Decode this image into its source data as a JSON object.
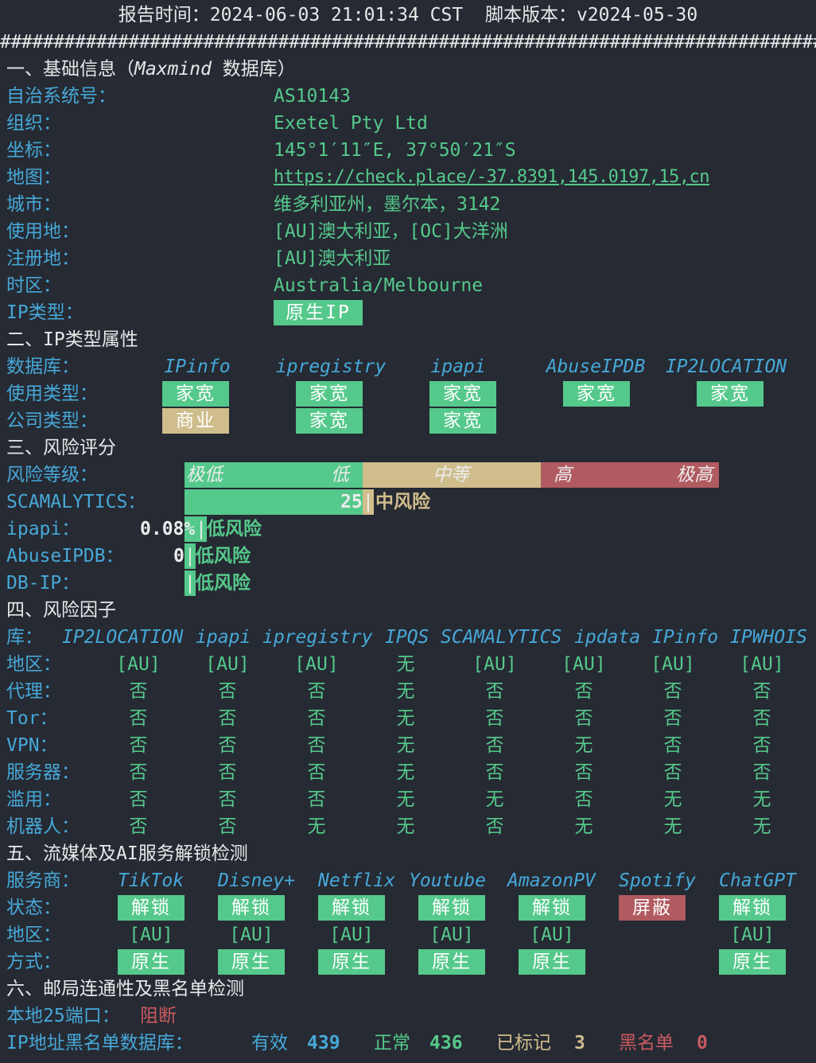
{
  "header": {
    "report_time_label": "报告时间：",
    "report_time": "2024-06-03 21:01:34 CST",
    "version_label": "脚本版本：",
    "version": "v2024-05-30",
    "separator": "##################################################################################################"
  },
  "basic": {
    "title": "一、基础信息（",
    "title_db": "Maxmind",
    "title_tail": " 数据库）",
    "asn_label": "自治系统号：",
    "asn": "AS10143",
    "org_label": "组织：",
    "org": "Exetel Pty Ltd",
    "coord_label": "坐标：",
    "coord": "145°1′11″E, 37°50′21″S",
    "map_label": "地图：",
    "map": "https://check.place/-37.8391,145.0197,15,cn",
    "city_label": "城市：",
    "city": "维多利亚州，墨尔本，3142",
    "usage_label": "使用地：",
    "usage": "[AU]澳大利亚，[OC]大洋洲",
    "reg_label": "注册地：",
    "reg": "[AU]澳大利亚",
    "tz_label": "时区：",
    "tz": "Australia/Melbourne",
    "iptype_label": "IP类型：",
    "iptype": "原生IP"
  },
  "iptype": {
    "title": "二、IP类型属性",
    "db_label": "数据库：",
    "dbs": [
      "IPinfo",
      "ipregistry",
      "ipapi",
      "AbuseIPDB",
      "IP2LOCATION"
    ],
    "use_label": "使用类型：",
    "use": [
      "家宽",
      "家宽",
      "家宽",
      "家宽",
      "家宽"
    ],
    "company_label": "公司类型：",
    "company": [
      "商业",
      "家宽",
      "家宽"
    ]
  },
  "risk": {
    "title": "三、风险评分",
    "level_label": "风险等级：",
    "levels": [
      "极低",
      "低",
      "中等",
      "高",
      "极高"
    ],
    "scores": [
      {
        "label": "SCAMALYTICS：",
        "value": "25",
        "verdict": "中风险",
        "fill": 0.25
      },
      {
        "label": "ipapi：",
        "value": "0.08%",
        "verdict": "低风险",
        "fill": 0.0008
      },
      {
        "label": "AbuseIPDB：",
        "value": "0",
        "verdict": "低风险",
        "fill": 0
      },
      {
        "label": "DB-IP：",
        "value": "",
        "verdict": "低风险",
        "fill": 0
      }
    ]
  },
  "factors": {
    "title": "四、风险因子",
    "lib_label": "库：",
    "dbs": [
      "IP2LOCATION",
      "ipapi",
      "ipregistry",
      "IPQS",
      "SCAMALYTICS",
      "ipdata",
      "IPinfo",
      "IPWHOIS"
    ],
    "rows": [
      {
        "label": "地区：",
        "values": [
          "[AU]",
          "[AU]",
          "[AU]",
          "无",
          "[AU]",
          "[AU]",
          "[AU]",
          "[AU]"
        ]
      },
      {
        "label": "代理：",
        "values": [
          "否",
          "否",
          "否",
          "无",
          "否",
          "否",
          "否",
          "否"
        ]
      },
      {
        "label": "Tor：",
        "values": [
          "否",
          "否",
          "否",
          "无",
          "否",
          "否",
          "否",
          "否"
        ]
      },
      {
        "label": "VPN：",
        "values": [
          "否",
          "否",
          "否",
          "无",
          "否",
          "无",
          "否",
          "否"
        ]
      },
      {
        "label": "服务器：",
        "values": [
          "否",
          "否",
          "否",
          "无",
          "否",
          "否",
          "否",
          "否"
        ]
      },
      {
        "label": "滥用：",
        "values": [
          "否",
          "否",
          "否",
          "无",
          "无",
          "否",
          "无",
          "无"
        ]
      },
      {
        "label": "机器人：",
        "values": [
          "否",
          "否",
          "无",
          "无",
          "否",
          "无",
          "无",
          "无"
        ]
      }
    ]
  },
  "media": {
    "title": "五、流媒体及AI服务解锁检测",
    "provider_label": "服务商：",
    "providers": [
      "TikTok",
      "Disney+",
      "Netflix",
      "Youtube",
      "AmazonPV",
      "Spotify",
      "ChatGPT"
    ],
    "status_label": "状态：",
    "status": [
      "解锁",
      "解锁",
      "解锁",
      "解锁",
      "解锁",
      "屏蔽",
      "解锁"
    ],
    "region_label": "地区：",
    "region": [
      "[AU]",
      "[AU]",
      "[AU]",
      "[AU]",
      "[AU]",
      "",
      "[AU]"
    ],
    "method_label": "方式：",
    "method": [
      "原生",
      "原生",
      "原生",
      "原生",
      "原生",
      "",
      "原生"
    ]
  },
  "mail": {
    "title": "六、邮局连通性及黑名单检测",
    "port_label": "本地25端口：",
    "port_value": "阻断",
    "bl_label": "IP地址黑名单数据库：",
    "valid_label": "有效",
    "valid": "439",
    "normal_label": "正常",
    "normal": "436",
    "flagged_label": "已标记",
    "flagged": "3",
    "black_label": "黑名单",
    "black": "0"
  },
  "colors": {
    "background": "#262a33",
    "cyan": "#46a8d8",
    "green": "#55c98b",
    "tan": "#cfbd8c",
    "red": "#c9595f"
  }
}
